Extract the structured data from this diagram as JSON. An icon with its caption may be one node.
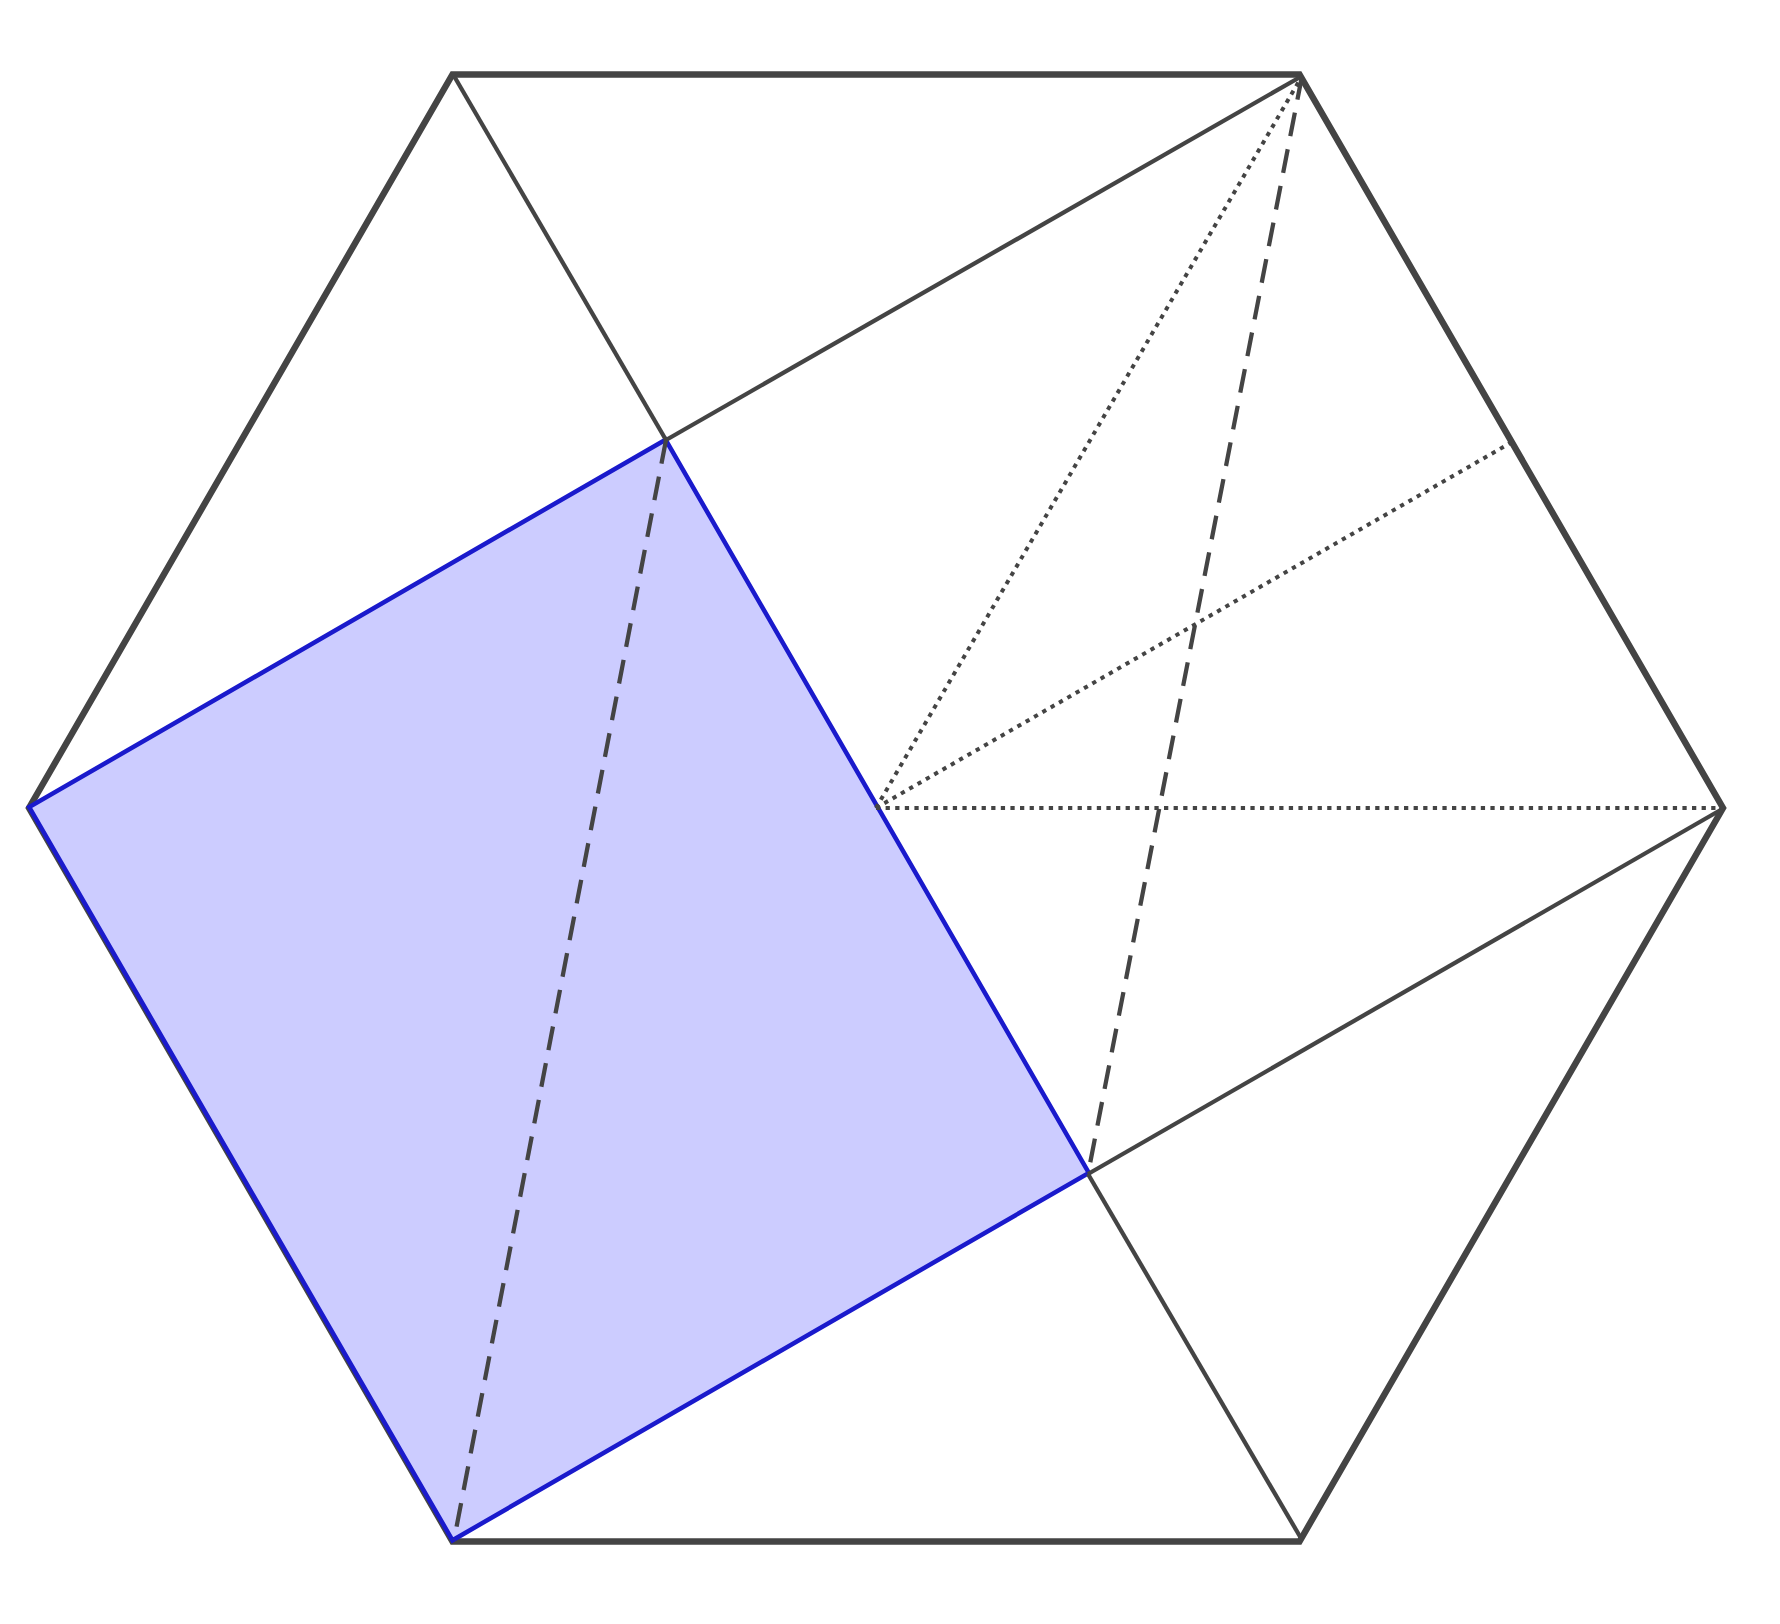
{
  "diagram": {
    "nodes": [
      {
        "text": [],
        "shape": "hexagon"
      },
      {
        "text": [],
        "shape": "rectangle",
        "in": 0
      }
    ]
  }
}
